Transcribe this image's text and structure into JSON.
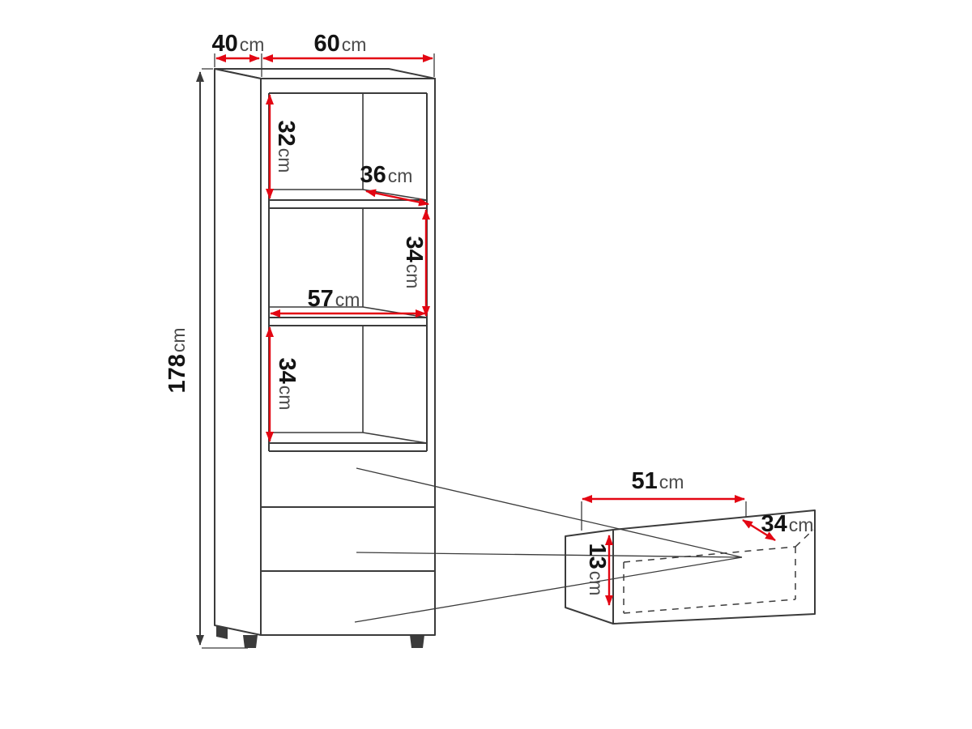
{
  "diagram": {
    "kind": "furniture-dimension-drawing",
    "subject": "tall shelf cabinet with drawers and pull-out drawer detail"
  },
  "colors": {
    "background": "#ffffff",
    "dimension_red": "#e30613",
    "line_dark": "#3b3b3b",
    "text_dark": "#141414",
    "unit_gray": "#4a4a4a"
  },
  "dimensions": {
    "top_depth": {
      "value": "40",
      "unit": "cm"
    },
    "top_width": {
      "value": "60",
      "unit": "cm"
    },
    "compartment1_height": {
      "value": "32",
      "unit": "cm"
    },
    "shelf_depth": {
      "value": "36",
      "unit": "cm"
    },
    "compartment2_height": {
      "value": "34",
      "unit": "cm"
    },
    "shelf_width": {
      "value": "57",
      "unit": "cm"
    },
    "compartment3_height": {
      "value": "34",
      "unit": "cm"
    },
    "total_height": {
      "value": "178",
      "unit": "cm"
    },
    "drawer_width": {
      "value": "51",
      "unit": "cm"
    },
    "drawer_depth": {
      "value": "34",
      "unit": "cm"
    },
    "drawer_front_height": {
      "value": "13",
      "unit": "cm"
    }
  }
}
